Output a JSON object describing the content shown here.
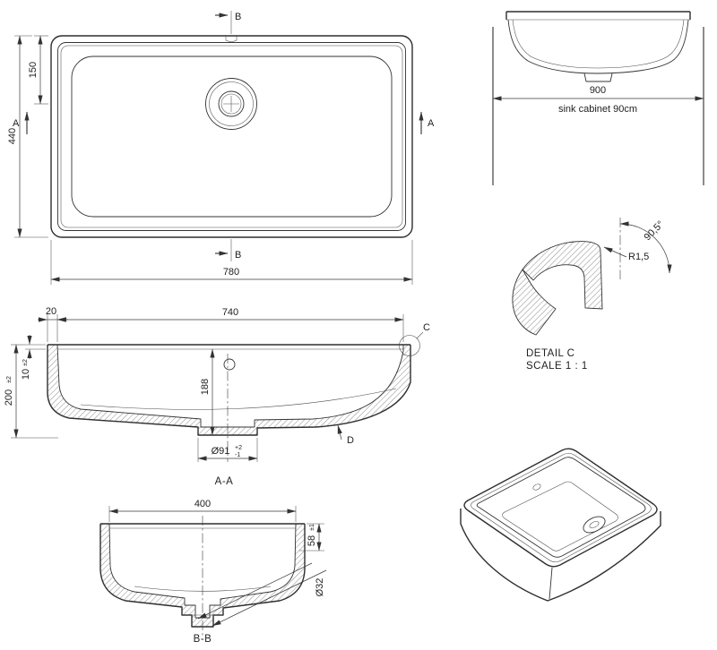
{
  "line_color": "#2e2e2e",
  "views": {
    "top": {
      "label_b_top": "B",
      "label_b_bottom": "B",
      "label_a_left": "A",
      "label_a_right": "A",
      "dim_150": "150",
      "dim_440": "440",
      "dim_780": "780"
    },
    "cabinet": {
      "dim_900": "900",
      "caption": "sink cabinet 90cm"
    },
    "detail_c": {
      "angle": "90,5°",
      "radius": "R1,5",
      "title": "DETAIL C",
      "scale": "SCALE 1 : 1"
    },
    "section_aa": {
      "dim_20": "20",
      "dim_740": "740",
      "dim_10": "10",
      "tol_10": "±2",
      "dim_200": "200",
      "tol_200": "±2",
      "dim_188": "188",
      "dim_drain": "Ø91",
      "tol_drain_plus": "+2",
      "tol_drain_minus": "-1",
      "label_c": "C",
      "label_d": "D",
      "caption": "A-A"
    },
    "section_bb": {
      "dim_400": "400",
      "dim_58": "58",
      "tol_58": "±1",
      "dim_hole": "Ø32",
      "caption": "B-B"
    }
  }
}
